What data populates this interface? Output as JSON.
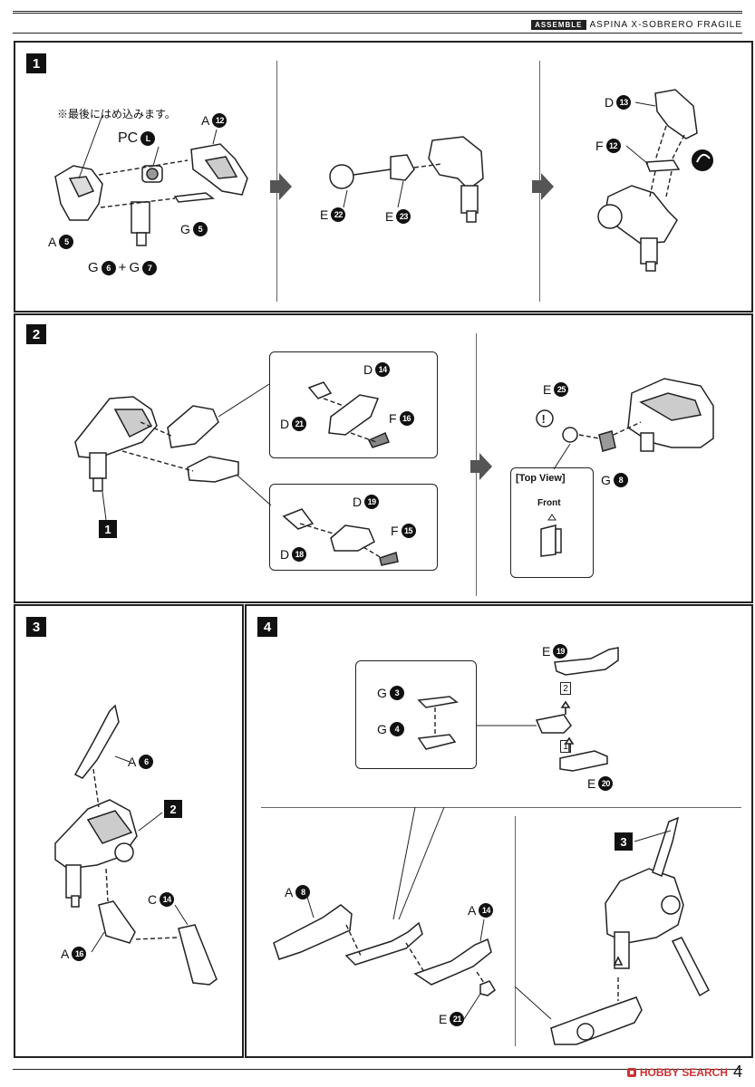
{
  "header": {
    "tag": "ASSEMBLE",
    "title": "ASPINA X-SOBRERO FRAGILE"
  },
  "step1": {
    "number": "1",
    "note": "※最後にはめ込みます。",
    "labels": {
      "a12_letter": "A",
      "a12_num": "12",
      "pcl_letter": "PC",
      "pcl_num": "L",
      "a5_letter": "A",
      "a5_num": "5",
      "g5_letter": "G",
      "g5_num": "5",
      "g6_letter": "G",
      "g6_num": "6",
      "plus": "+",
      "g7_letter": "G",
      "g7_num": "7",
      "e22_letter": "E",
      "e22_num": "22",
      "e23_letter": "E",
      "e23_num": "23",
      "d13_letter": "D",
      "d13_num": "13",
      "f12_letter": "F",
      "f12_num": "12"
    }
  },
  "step2": {
    "number": "2",
    "ref": "1",
    "labels": {
      "d14_letter": "D",
      "d14_num": "14",
      "d21_letter": "D",
      "d21_num": "21",
      "f16_letter": "F",
      "f16_num": "16",
      "d19_letter": "D",
      "d19_num": "19",
      "d18_letter": "D",
      "d18_num": "18",
      "f15_letter": "F",
      "f15_num": "15",
      "e25_letter": "E",
      "e25_num": "25",
      "g8_letter": "G",
      "g8_num": "8"
    },
    "top_view_title": "[Top View]",
    "front_label": "Front"
  },
  "step3": {
    "number": "3",
    "ref": "2",
    "labels": {
      "a6_letter": "A",
      "a6_num": "6",
      "c14_letter": "C",
      "c14_num": "14",
      "a16_letter": "A",
      "a16_num": "16"
    }
  },
  "step4": {
    "number": "4",
    "ref": "3",
    "labels": {
      "e19_letter": "E",
      "e19_num": "19",
      "g3_letter": "G",
      "g3_num": "3",
      "g4_letter": "G",
      "g4_num": "4",
      "e20_letter": "E",
      "e20_num": "20",
      "order2": "2",
      "order1": "1",
      "a8_letter": "A",
      "a8_num": "8",
      "a14_letter": "A",
      "a14_num": "14",
      "e21_letter": "E",
      "e21_num": "21"
    }
  },
  "footer": {
    "watermark": "HOBBY SEARCH",
    "page": "4"
  }
}
